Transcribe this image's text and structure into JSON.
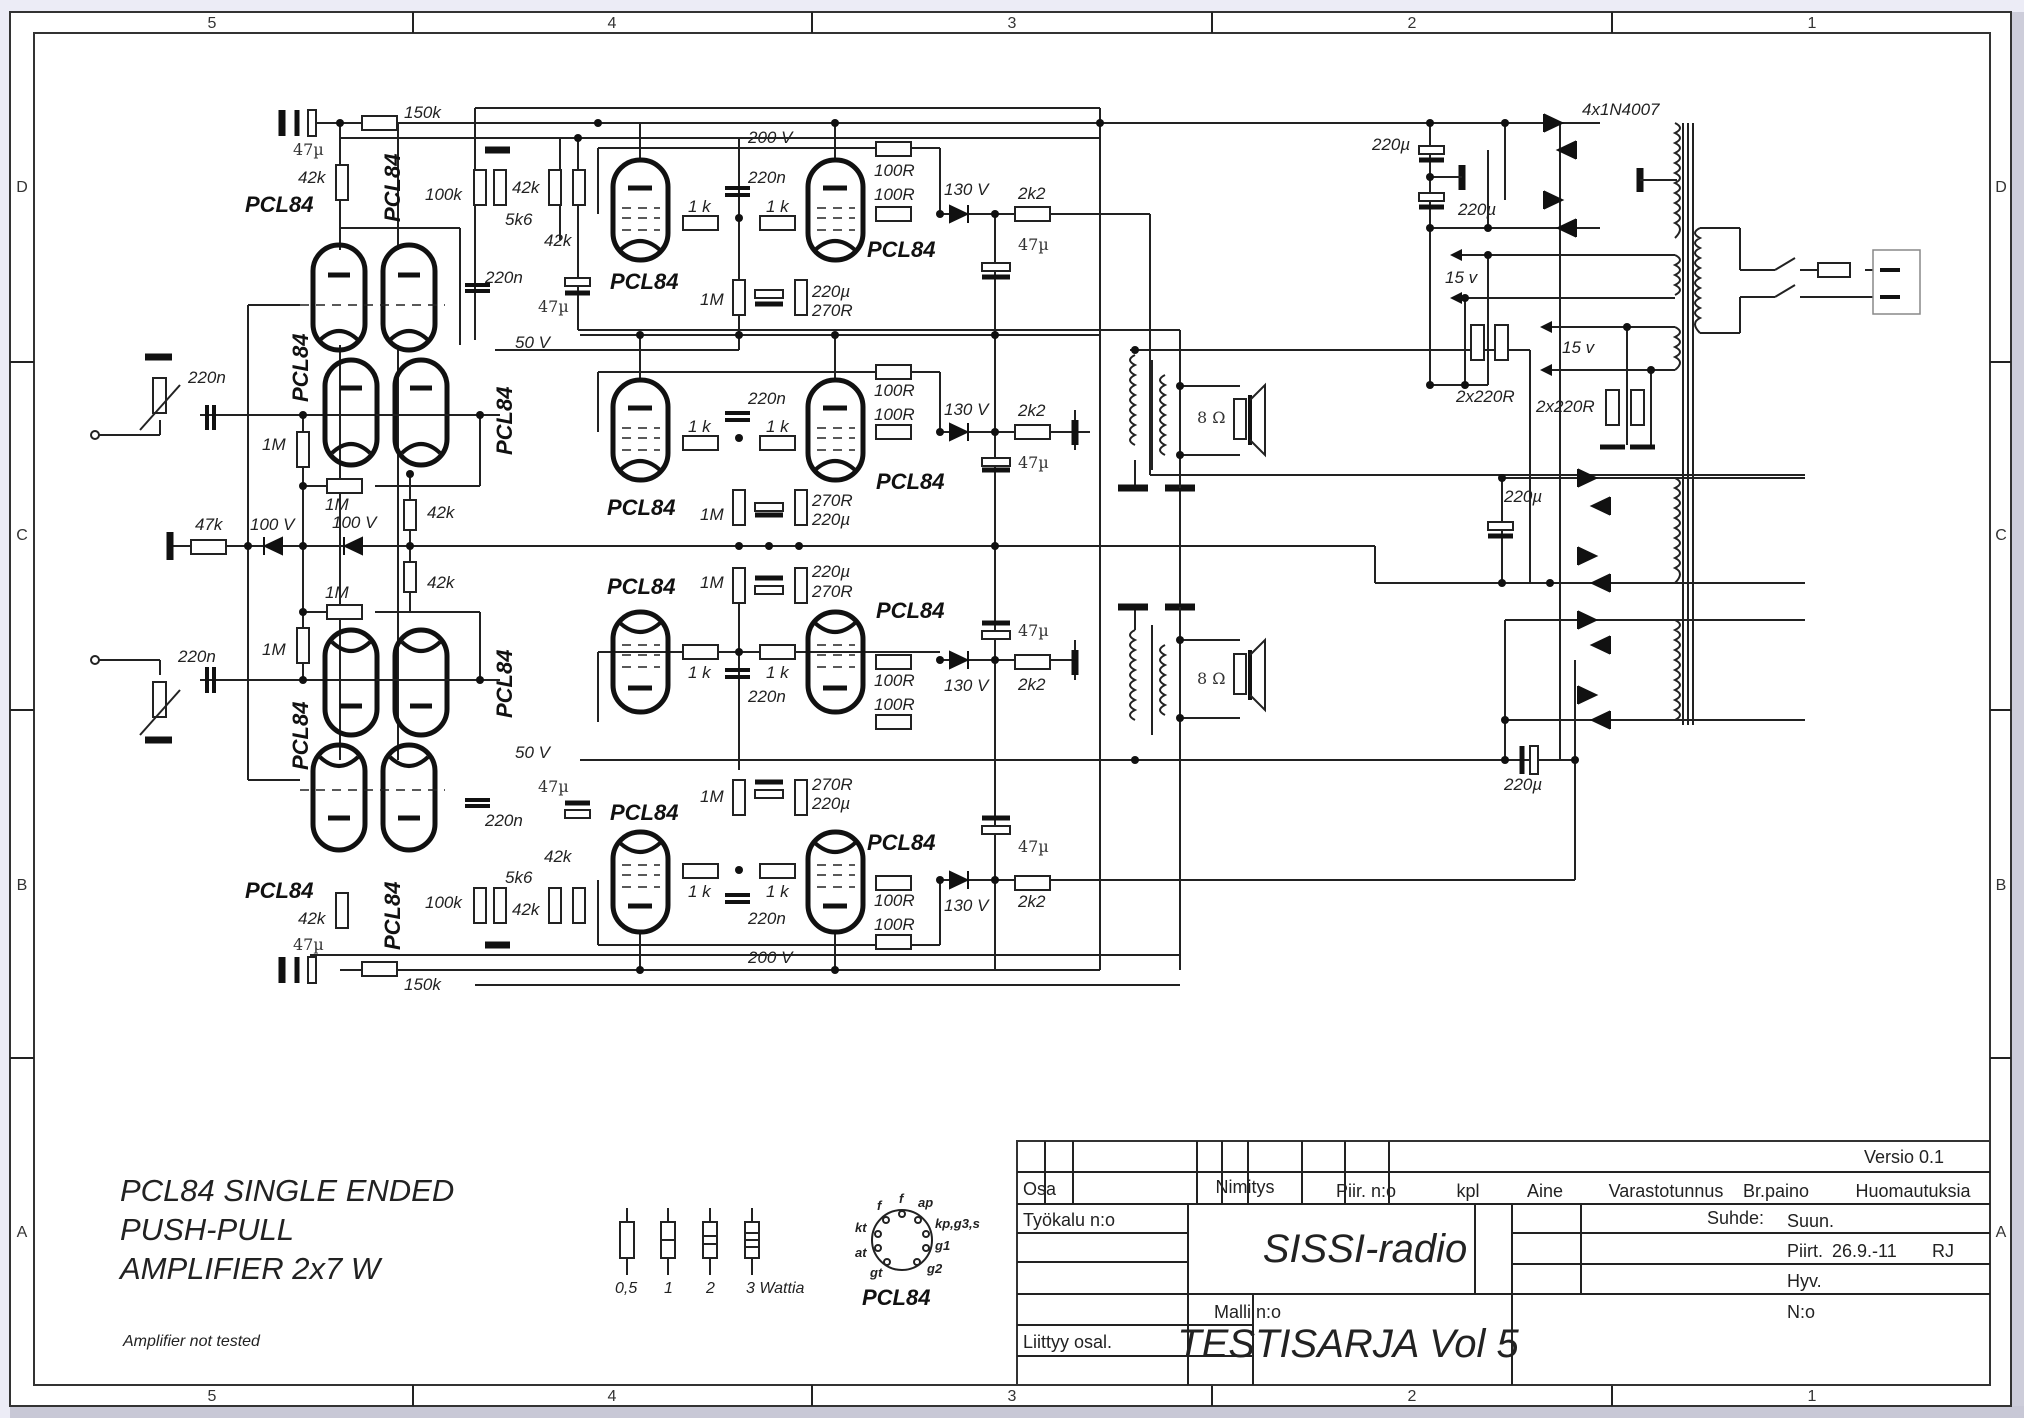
{
  "frame": {
    "columns": [
      "5",
      "4",
      "3",
      "2",
      "1"
    ],
    "rows": [
      "D",
      "C",
      "B",
      "A"
    ]
  },
  "notes": {
    "title_lines": [
      "PCL84 SINGLE ENDED",
      "PUSH-PULL",
      "AMPLIFIER 2x7 W"
    ],
    "remark": "Amplifier not tested",
    "resistor_legend": [
      "0,5",
      "1",
      "2",
      "3 Wattia"
    ],
    "pinout": {
      "tube": "PCL84",
      "pins": [
        "f",
        "f",
        "ap",
        "kp,g3,s",
        "g1",
        "g2",
        "gt",
        "at",
        "kt"
      ]
    }
  },
  "title_block": {
    "version": "Versio 0.1",
    "headers": [
      "Osa",
      "Nimitys",
      "Piir. n:o",
      "kpl",
      "Aine",
      "Varastotunnus",
      "Br.paino",
      "Huomautuksia"
    ],
    "tool_no": "Työkalu n:o",
    "name": "SISSI-radio",
    "scale": "Suhde:",
    "designed": "Suun.",
    "drawn": "Piirt.",
    "drawn_date": "26.9.-11",
    "drawn_by": "RJ",
    "approved": "Hyv.",
    "model_no": "Malli n:o",
    "related": "Liittyy osal.",
    "drawing_title": "TESTISARJA Vol 5",
    "number": "N:o"
  },
  "schematic": {
    "tube_type": "PCL84",
    "labels": {
      "c47u": "47µ",
      "r150k": "150k",
      "r42k": "42k",
      "r100k": "100k",
      "r5k6": "5k6",
      "c220n": "220n",
      "v200": "200 V",
      "v50": "50 V",
      "r1k": "1 k",
      "r1M": "1M",
      "c220u": "220µ",
      "r270R": "270R",
      "r100R": "100R",
      "z130": "130 V",
      "r2k2": "2k2",
      "z100": "100 V",
      "r47k": "47k",
      "spk": "8 Ω",
      "rect": "4x1N4007",
      "v15": "15 v",
      "r2x220R": "2x220R"
    }
  }
}
